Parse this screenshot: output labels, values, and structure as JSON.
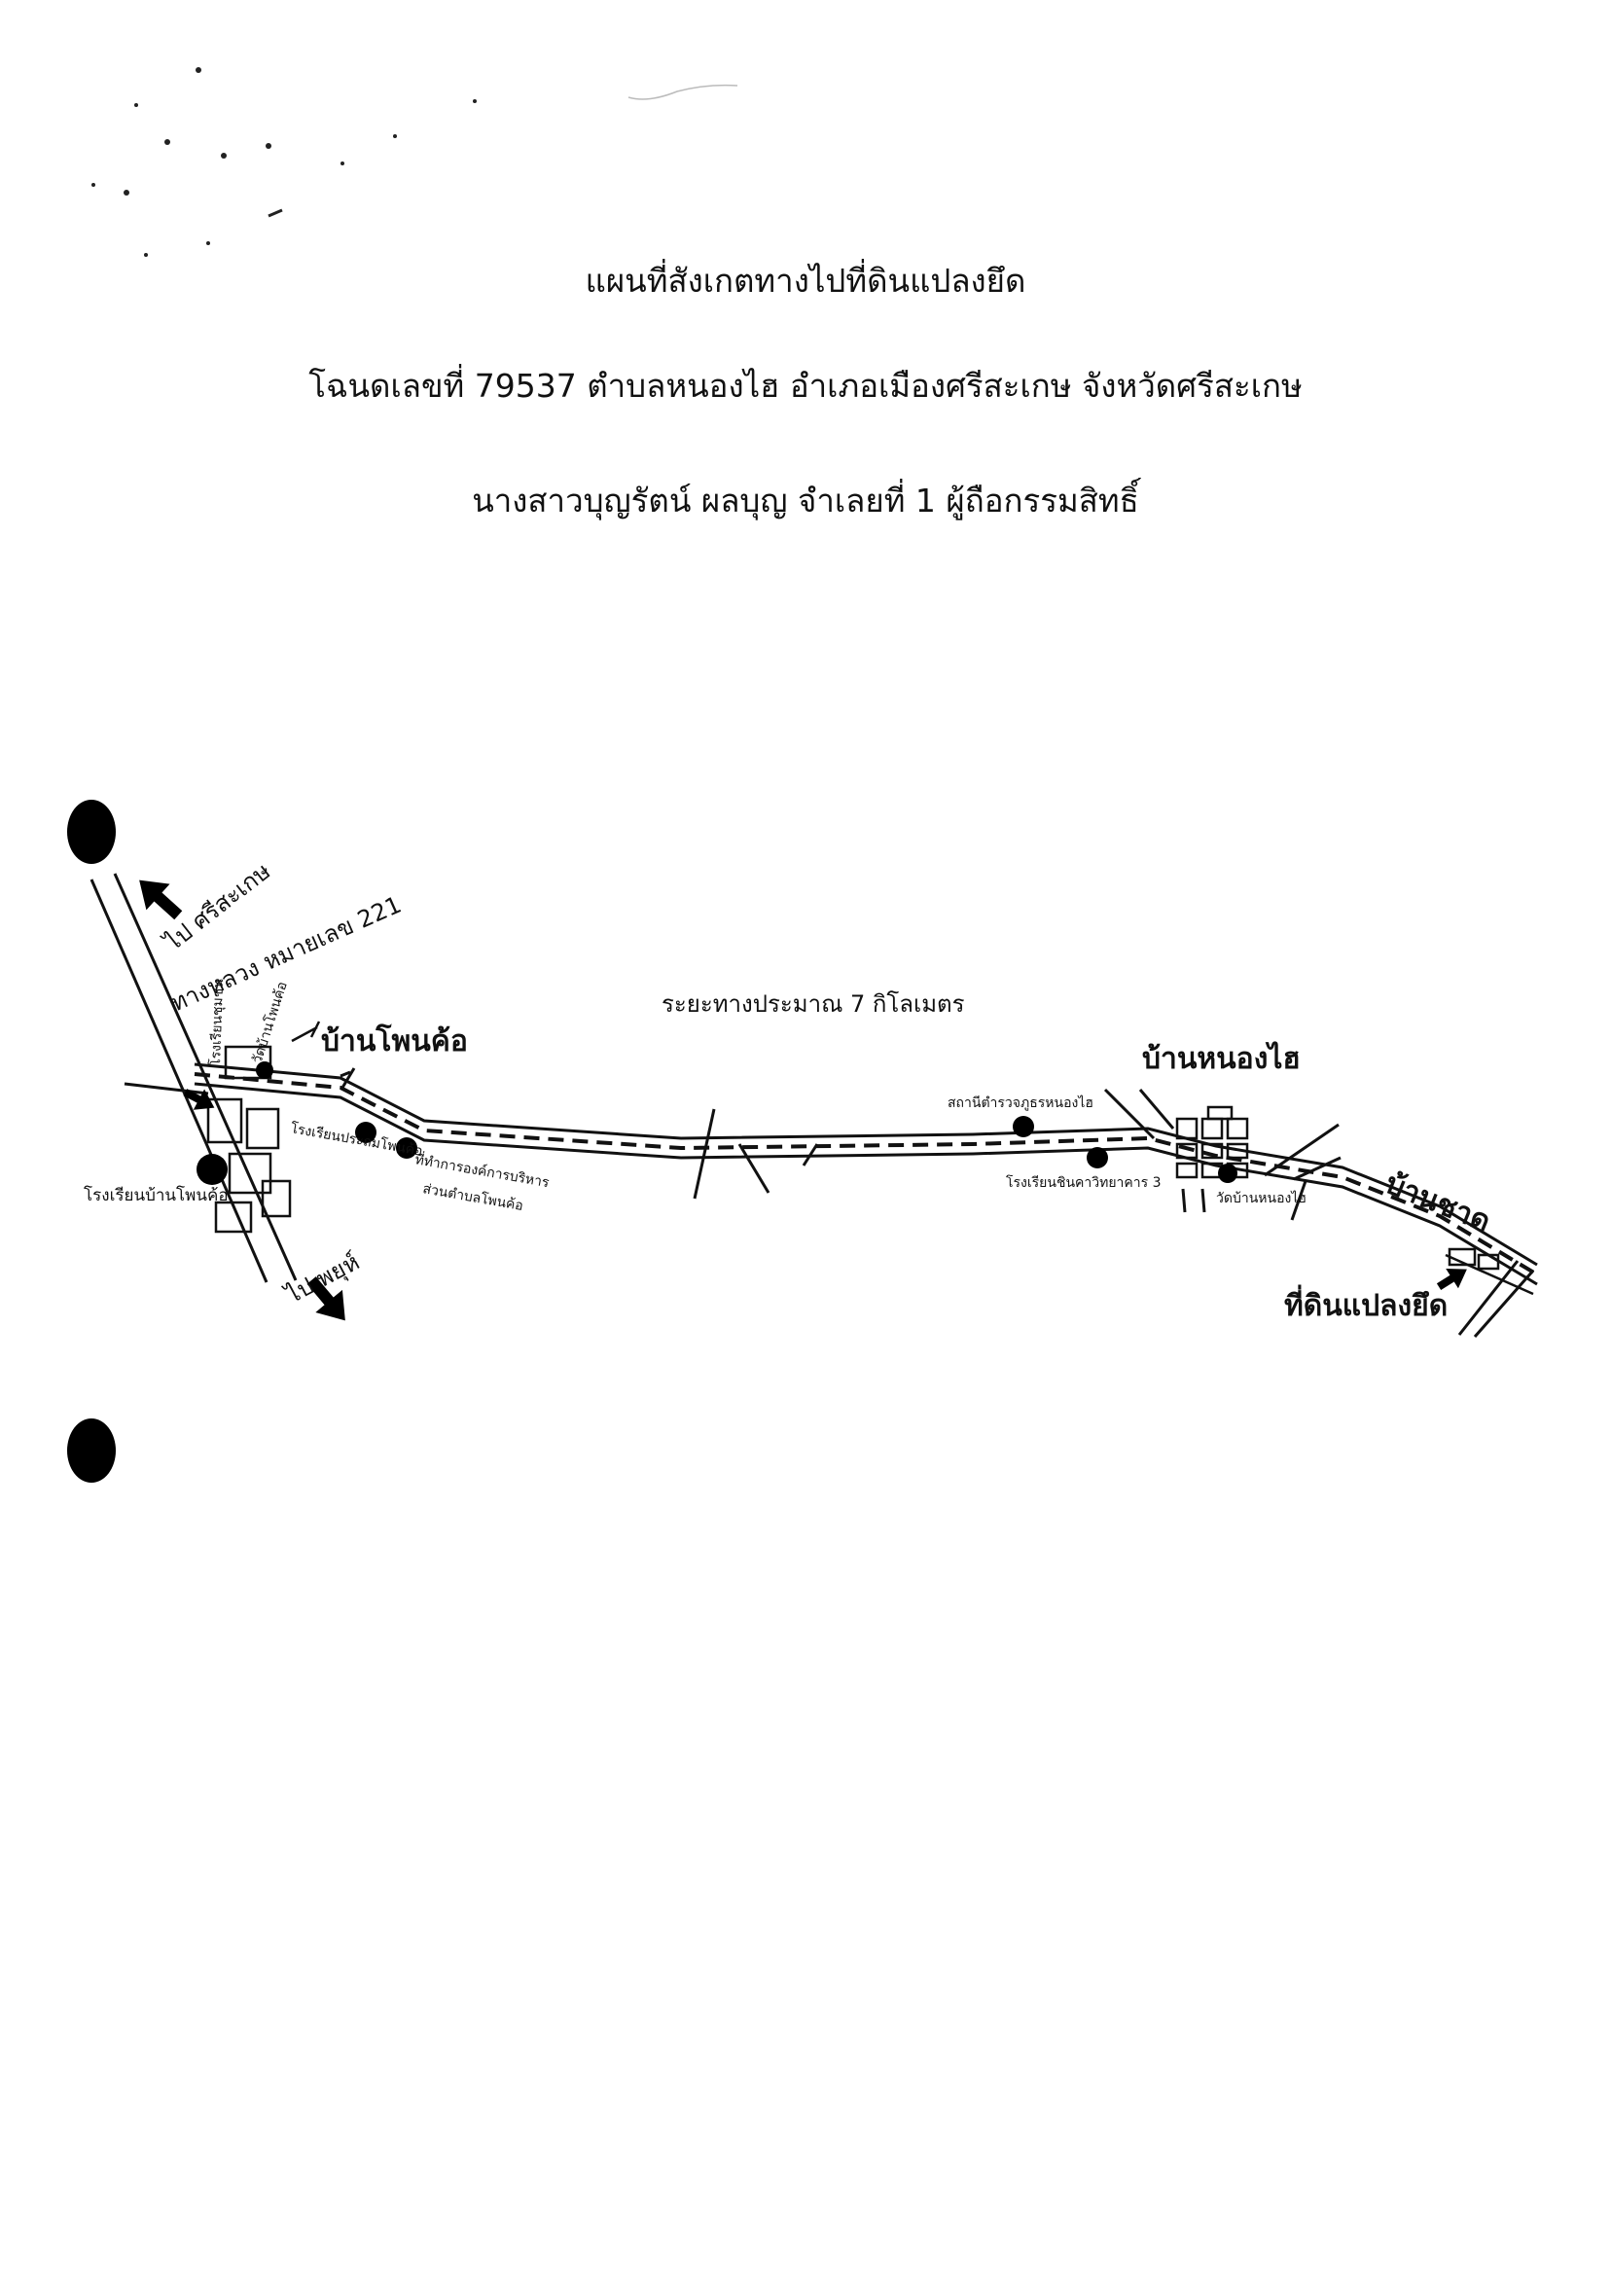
{
  "header": {
    "title": "แผนที่สังเกตทางไปที่ดินแปลงยึด",
    "deed_line": "โฉนดเลขที่ 79537 ตำบลหนองไฮ อำเภอเมืองศรีสะเกษ จังหวัดศรีสะเกษ",
    "owner_line": "นางสาวบุญรัตน์ ผลบุญ จำเลยที่ 1 ผู้ถือกรรมสิทธิ์"
  },
  "map": {
    "distance_note": "ระยะทางประมาณ 7 กิโลเมตร",
    "villages": {
      "phon_kho": "บ้านโพนค้อ",
      "nong_hai": "บ้านหนองไฮ",
      "chat": "บ้านชาด"
    },
    "directions": {
      "to_sisaket": "ไป ศรีสะเกษ",
      "highway": "ทางหลวง หมายเลข 221",
      "to_phayu": "ไป พยุห์"
    },
    "landmarks": {
      "wat_phon_kho": "วัดบ้านโพนค้อ",
      "rong_rian_chumchon": "โรงเรียนชุมชน",
      "school_ban_phon_kho": "โรงเรียนบ้านโพนค้อ",
      "primary_school_phon_kho": "โรงเรียนประถมโพนค้อ",
      "tao_office_line1": "ที่ทำการองค์การบริหาร",
      "tao_office_line2": "ส่วนตำบลโพนค้อ",
      "police_station": "สถานีตำรวจภูธรหนองไฮ",
      "school_nong_hai": "โรงเรียนชินคาวิทยาคาร 3",
      "wat_nong_hai": "วัดบ้านหนองไฮ",
      "seized_land": "ที่ดินแปลงยึด"
    },
    "symbols": {
      "landmark_marker": "filled-circle",
      "direction_marker": "arrow-icon",
      "main_road": "dashed-double-line"
    }
  }
}
